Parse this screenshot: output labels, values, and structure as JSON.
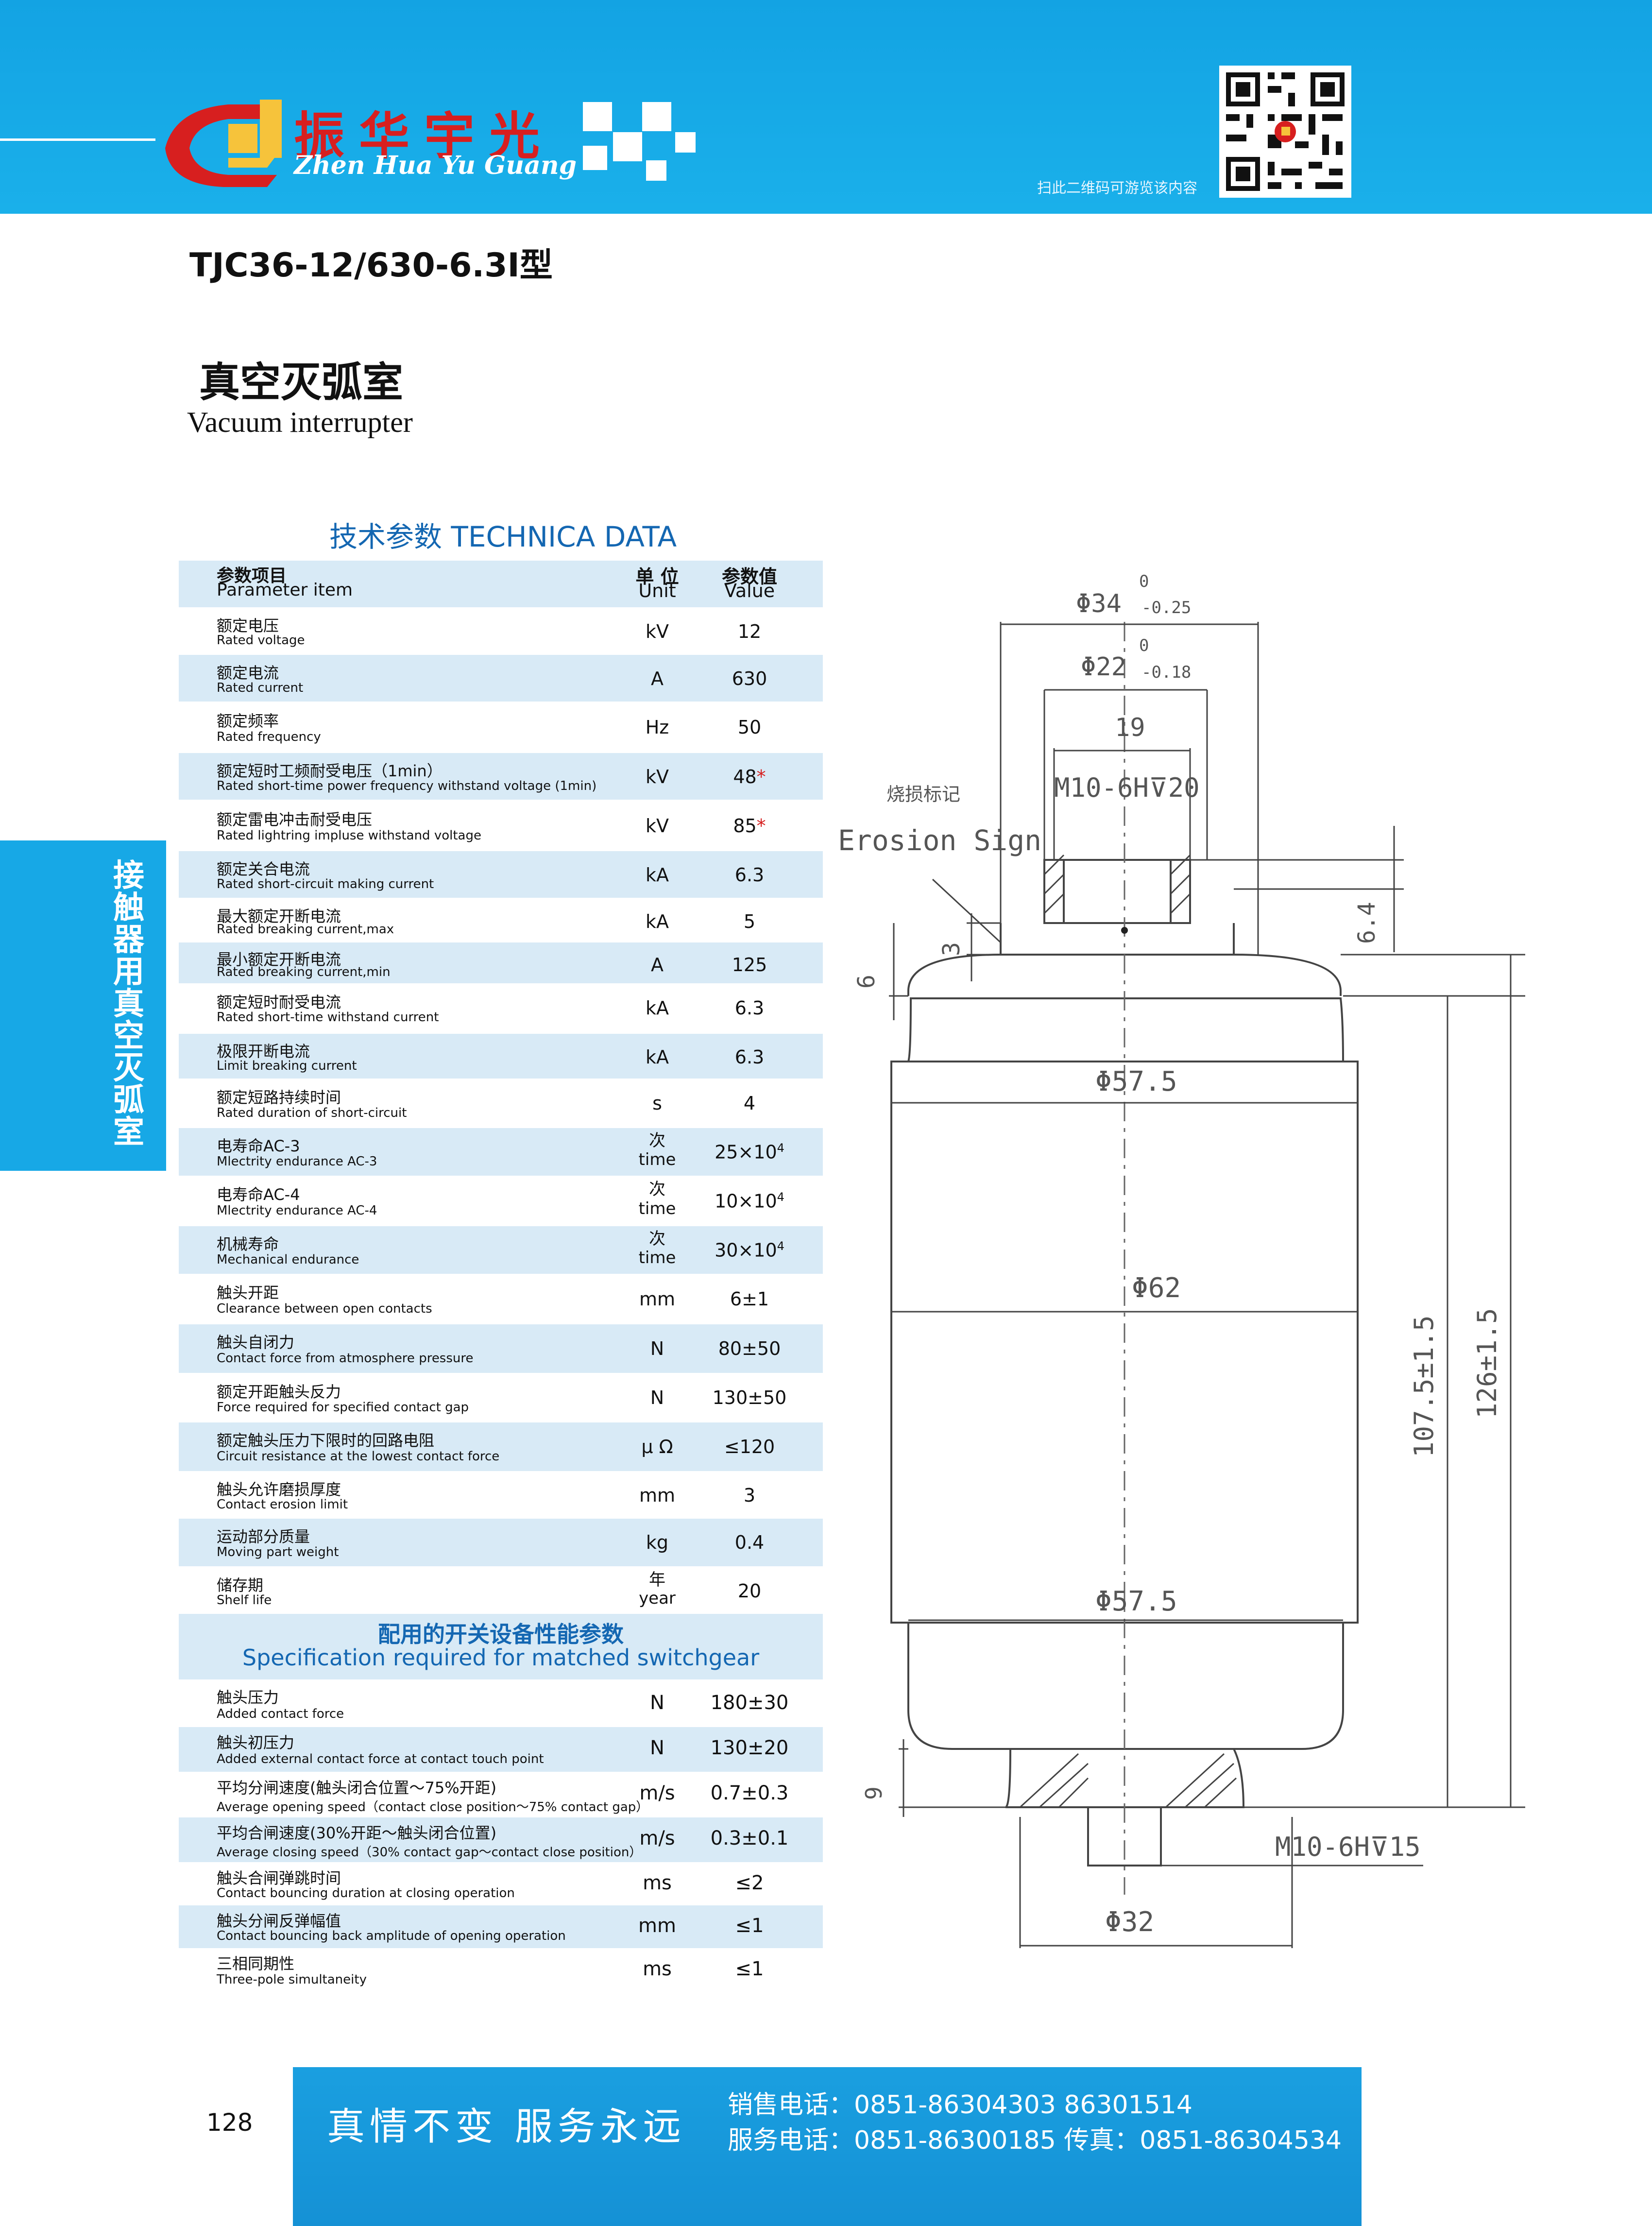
{
  "header": {
    "brand_cn": "振华宇光",
    "brand_en": "Zhen Hua Yu Guang",
    "qr_hint": "扫此二维码可游览该内容",
    "colors": {
      "header_bg": "#1ab0ea",
      "brand_red": "#d71f1f",
      "brand_yellow": "#f6c33b",
      "accent_blue": "#1467b2"
    }
  },
  "product": {
    "model": "TJC36-12/630-6.3I型",
    "title_cn": "真空灭弧室",
    "title_en": "Vacuum interrupter"
  },
  "side_tab": {
    "label": "接触器用真空灭弧室"
  },
  "tech_table": {
    "heading": "技术参数 TECHNICA  DATA",
    "columns": {
      "param_cn": "参数项目",
      "param_en": "Parameter item",
      "unit_cn": "单 位",
      "unit_en": "Unit",
      "value_cn": "参数值",
      "value_en": "Value"
    },
    "rows": [
      {
        "cn": "额定电压",
        "en": "Rated voltage",
        "unit": "kV",
        "value": "12"
      },
      {
        "cn": "额定电流",
        "en": "Rated current",
        "unit": "A",
        "value": "630"
      },
      {
        "cn": "额定频率",
        "en": "Rated frequency",
        "unit": "Hz",
        "value": "50"
      },
      {
        "cn": "额定短时工频耐受电压（1min）",
        "en": "Rated short-time power frequency withstand voltage (1min)",
        "unit": "kV",
        "value": "48",
        "star": "*"
      },
      {
        "cn": "额定雷电冲击耐受电压",
        "en": "Rated lightring impluse withstand voltage",
        "unit": "kV",
        "value": "85",
        "star": "*"
      },
      {
        "cn": "额定关合电流",
        "en": "Rated short-circuit making current",
        "unit": "kA",
        "value": "6.3"
      },
      {
        "cn": "最大额定开断电流",
        "en": "Rated breaking current,max",
        "unit": "kA",
        "value": "5"
      },
      {
        "cn": "最小额定开断电流",
        "en": "Rated breaking current,min",
        "unit": "A",
        "value": "125"
      },
      {
        "cn": "额定短时耐受电流",
        "en": "Rated short-time withstand current",
        "unit": "kA",
        "value": "6.3"
      },
      {
        "cn": "极限开断电流",
        "en": "Limit breaking current",
        "unit": "kA",
        "value": "6.3"
      },
      {
        "cn": "额定短路持续时间",
        "en": "Rated duration of short-circuit",
        "unit": "s",
        "value": "4"
      },
      {
        "cn": "电寿命AC-3",
        "en": "Mlectrity endurance AC-3",
        "unit_cn": "次",
        "unit": "time",
        "value": "25×10",
        "exp": "4"
      },
      {
        "cn": "电寿命AC-4",
        "en": "Mlectrity endurance AC-4",
        "unit_cn": "次",
        "unit": "time",
        "value": "10×10",
        "exp": "4"
      },
      {
        "cn": "机械寿命",
        "en": "Mechanical endurance",
        "unit_cn": "次",
        "unit": "time",
        "value": "30×10",
        "exp": "4"
      },
      {
        "cn": "触头开距",
        "en": "Clearance between open contacts",
        "unit": "mm",
        "value": "6±1"
      },
      {
        "cn": "触头自闭力",
        "en": "Contact force from atmosphere pressure",
        "unit": "N",
        "value": "80±50"
      },
      {
        "cn": "额定开距触头反力",
        "en": "Force required for specified contact gap",
        "unit": "N",
        "value": "130±50"
      },
      {
        "cn": "额定触头压力下限时的回路电阻",
        "en": "Circuit resistance at the lowest contact force",
        "unit": "μ Ω",
        "value": "≤120"
      },
      {
        "cn": "触头允许磨损厚度",
        "en": "Contact erosion limit",
        "unit": "mm",
        "value": "3"
      },
      {
        "cn": "运动部分质量",
        "en": "Moving part weight",
        "unit": "kg",
        "value": "0.4"
      },
      {
        "cn": "储存期",
        "en": "Shelf life",
        "unit_cn": "年",
        "unit": "year",
        "value": "20"
      }
    ]
  },
  "spec_table": {
    "heading_cn": "配用的开关设备性能参数",
    "heading_en": "Specification required for matched switchgear",
    "rows": [
      {
        "cn": "触头压力",
        "en": "Added contact force",
        "unit": "N",
        "value": "180±30"
      },
      {
        "cn": "触头初压力",
        "en": "Added external contact force at contact touch point",
        "unit": "N",
        "value": "130±20"
      },
      {
        "cn": "平均分闸速度(触头闭合位置～75%开距)",
        "en": "Average opening speed（contact close position～75% contact gap）",
        "unit": "m/s",
        "value": "0.7±0.3"
      },
      {
        "cn": "平均合闸速度(30%开距～触头闭合位置)",
        "en": "Average closing speed（30% contact gap～contact close position）",
        "unit": "m/s",
        "value": "0.3±0.1"
      },
      {
        "cn": "触头合闸弹跳时间",
        "en": "Contact bouncing duration at closing operation",
        "unit": "ms",
        "value": "≤2"
      },
      {
        "cn": "触头分闸反弹幅值",
        "en": "Contact bouncing back amplitude of opening operation",
        "unit": "mm",
        "value": "≤1"
      },
      {
        "cn": "三相同期性",
        "en": "Three-pole simultaneity",
        "unit": "ms",
        "value": "≤1"
      }
    ]
  },
  "drawing": {
    "dim_top_outer": "Φ34",
    "dim_top_outer_tol_upper": "0",
    "dim_top_outer_tol_lower": "-0.25",
    "dim_top_inner": "Φ22",
    "dim_top_inner_tol_upper": "0",
    "dim_top_inner_tol_lower": "-0.18",
    "dim_19": "19",
    "thread_top": "M10-6H⊽20",
    "erosion_cn": "烧损标记",
    "erosion_en": "Erosion Sign",
    "dim_64": "6.4",
    "dim_3": "3",
    "dim_6": "6",
    "dim_upper_body": "Φ57.5",
    "dim_mid_body": "Φ62",
    "dim_lower_body": "Φ57.5",
    "dim_height_inner": "107.5±1.5",
    "dim_height_total": "126±1.5",
    "dim_9": "9",
    "thread_bottom": "M10-6H⊽15",
    "dim_bottom": "Φ32"
  },
  "footer": {
    "page_number": "128",
    "slogan": "真情不变  服务永远",
    "sales": "销售电话：0851-86304303  86301514",
    "service": "服务电话：0851-86300185 传真：0851-86304534"
  }
}
